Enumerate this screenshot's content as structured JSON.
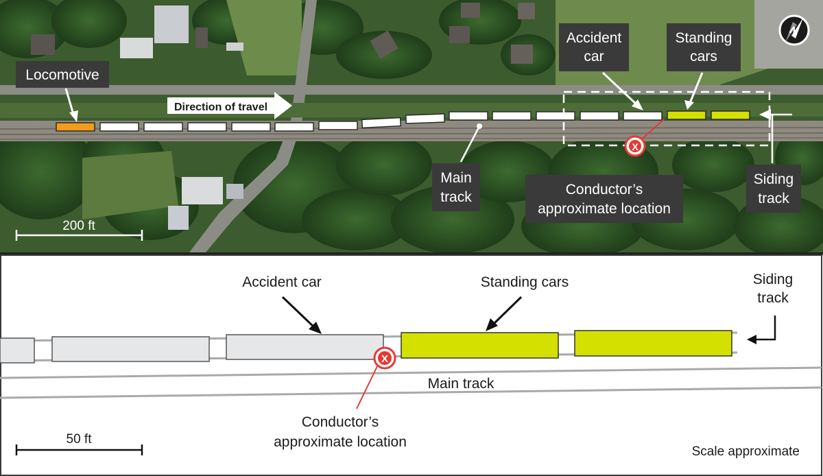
{
  "aerial": {
    "labels": {
      "locomotive": "Locomotive",
      "direction": "Direction of travel",
      "accident_car_line1": "Accident",
      "accident_car_line2": "car",
      "standing_cars_line1": "Standing",
      "standing_cars_line2": "cars",
      "main_track_line1": "Main",
      "main_track_line2": "track",
      "conductor_line1": "Conductor’s",
      "conductor_line2": "approximate location",
      "siding_track_line1": "Siding",
      "siding_track_line2": "track"
    },
    "scale_label": "200 ft",
    "marker_symbol": "X",
    "colors": {
      "locomotive": "#f39c1a",
      "accident_car": "#ffffff",
      "standing_cars": "#d4e000",
      "marker": "#e53935",
      "label_bg": "#3a3a3a"
    }
  },
  "detail": {
    "labels": {
      "accident_car": "Accident car",
      "standing_cars": "Standing cars",
      "siding_track_line1": "Siding",
      "siding_track_line2": "track",
      "main_track": "Main track",
      "conductor_line1": "Conductor’s",
      "conductor_line2": "approximate location"
    },
    "scale_label": "50 ft",
    "scale_note": "Scale approximate",
    "marker_symbol": "X",
    "colors": {
      "railcar": "#e6e7e8",
      "standing_cars": "#d4e000",
      "marker": "#e53935",
      "track": "#a9a9a9"
    }
  }
}
